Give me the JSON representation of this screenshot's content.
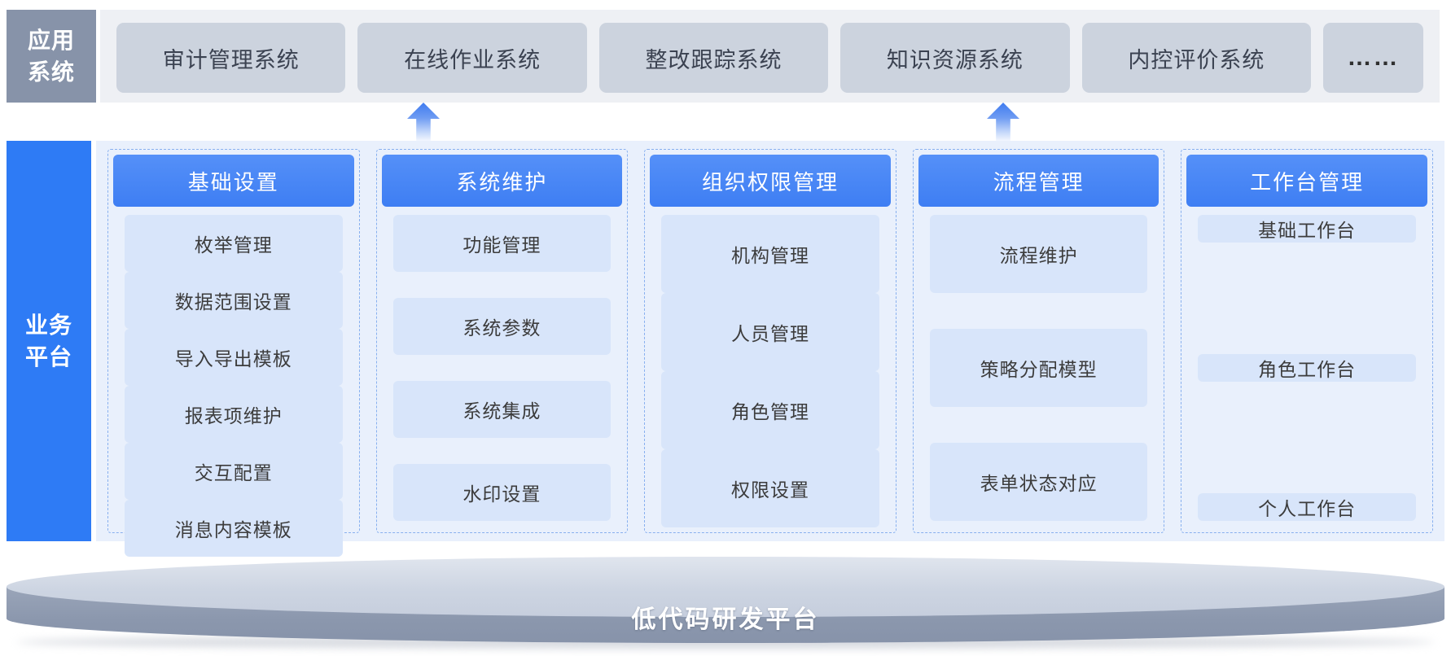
{
  "app_systems": {
    "label": "应用系统",
    "items": [
      "审计管理系统",
      "在线作业系统",
      "整改跟踪系统",
      "知识资源系统",
      "内控评价系统",
      "……"
    ]
  },
  "business_platform": {
    "label": "业务平台",
    "columns": [
      {
        "title": "基础设置",
        "items": [
          "枚举管理",
          "数据范围设置",
          "导入导出模板",
          "报表项维护",
          "交互配置",
          "消息内容模板"
        ]
      },
      {
        "title": "系统维护",
        "items": [
          "功能管理",
          "系统参数",
          "系统集成",
          "水印设置"
        ]
      },
      {
        "title": "组织权限管理",
        "items": [
          "机构管理",
          "人员管理",
          "角色管理",
          "权限设置"
        ]
      },
      {
        "title": "流程管理",
        "items": [
          "流程维护",
          "策略分配模型",
          "表单状态对应"
        ]
      },
      {
        "title": "工作台管理",
        "items": [
          "基础工作台",
          "角色工作台",
          "个人工作台"
        ]
      }
    ]
  },
  "foundation": {
    "label": "低代码研发平台"
  },
  "colors": {
    "accent_blue": "#2e7bf5",
    "header_blue": "#4285f4",
    "item_light_blue": "#d8e5fa",
    "panel_light_blue": "#e9f0fc",
    "app_box_gray": "#ccd3de",
    "app_label_gray": "#8793a9",
    "disk_side_gray": "#8b97ad",
    "disk_top_gray": "#cdd5e2"
  }
}
